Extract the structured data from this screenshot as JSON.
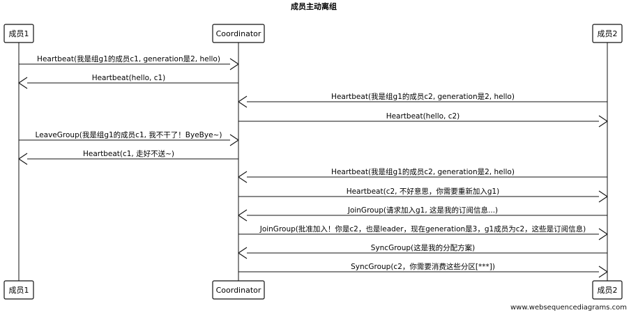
{
  "title": "成员主动离组",
  "participants": [
    {
      "id": "m1",
      "label": "成员1"
    },
    {
      "id": "co",
      "label": "Coordinator"
    },
    {
      "id": "m2",
      "label": "成员2"
    }
  ],
  "messages": [
    {
      "from": "m1",
      "to": "co",
      "text": "Heartbeat(我是组g1的成员c1, generation是2, hello)"
    },
    {
      "from": "co",
      "to": "m1",
      "text": "Heartbeat(hello, c1)"
    },
    {
      "from": "m2",
      "to": "co",
      "text": "Heartbeat(我是组g1的成员c2, generation是2, hello)"
    },
    {
      "from": "co",
      "to": "m2",
      "text": "Heartbeat(hello, c2)"
    },
    {
      "from": "m1",
      "to": "co",
      "text": "LeaveGroup(我是组g1的成员c1,  我不干了！ByeBye~)"
    },
    {
      "from": "co",
      "to": "m1",
      "text": "Heartbeat(c1, 走好不送~)"
    },
    {
      "from": "m2",
      "to": "co",
      "text": "Heartbeat(我是组g1的成员c2, generation是2, hello)"
    },
    {
      "from": "co",
      "to": "m2",
      "text": "Heartbeat(c2, 不好意思，你需要重新加入g1)"
    },
    {
      "from": "m2",
      "to": "co",
      "text": "JoinGroup(请求加入g1, 这是我的订阅信息...)"
    },
    {
      "from": "co",
      "to": "m2",
      "text": "JoinGroup(批准加入！你是c2，也是leader，现在generation是3，g1成员为c2，这些是订阅信息)"
    },
    {
      "from": "m2",
      "to": "co",
      "text": "SyncGroup(这是我的分配方案)"
    },
    {
      "from": "co",
      "to": "m2",
      "text": "SyncGroup(c2，你需要消费这些分区[***])"
    }
  ],
  "credit": "www.websequencediagrams.com"
}
